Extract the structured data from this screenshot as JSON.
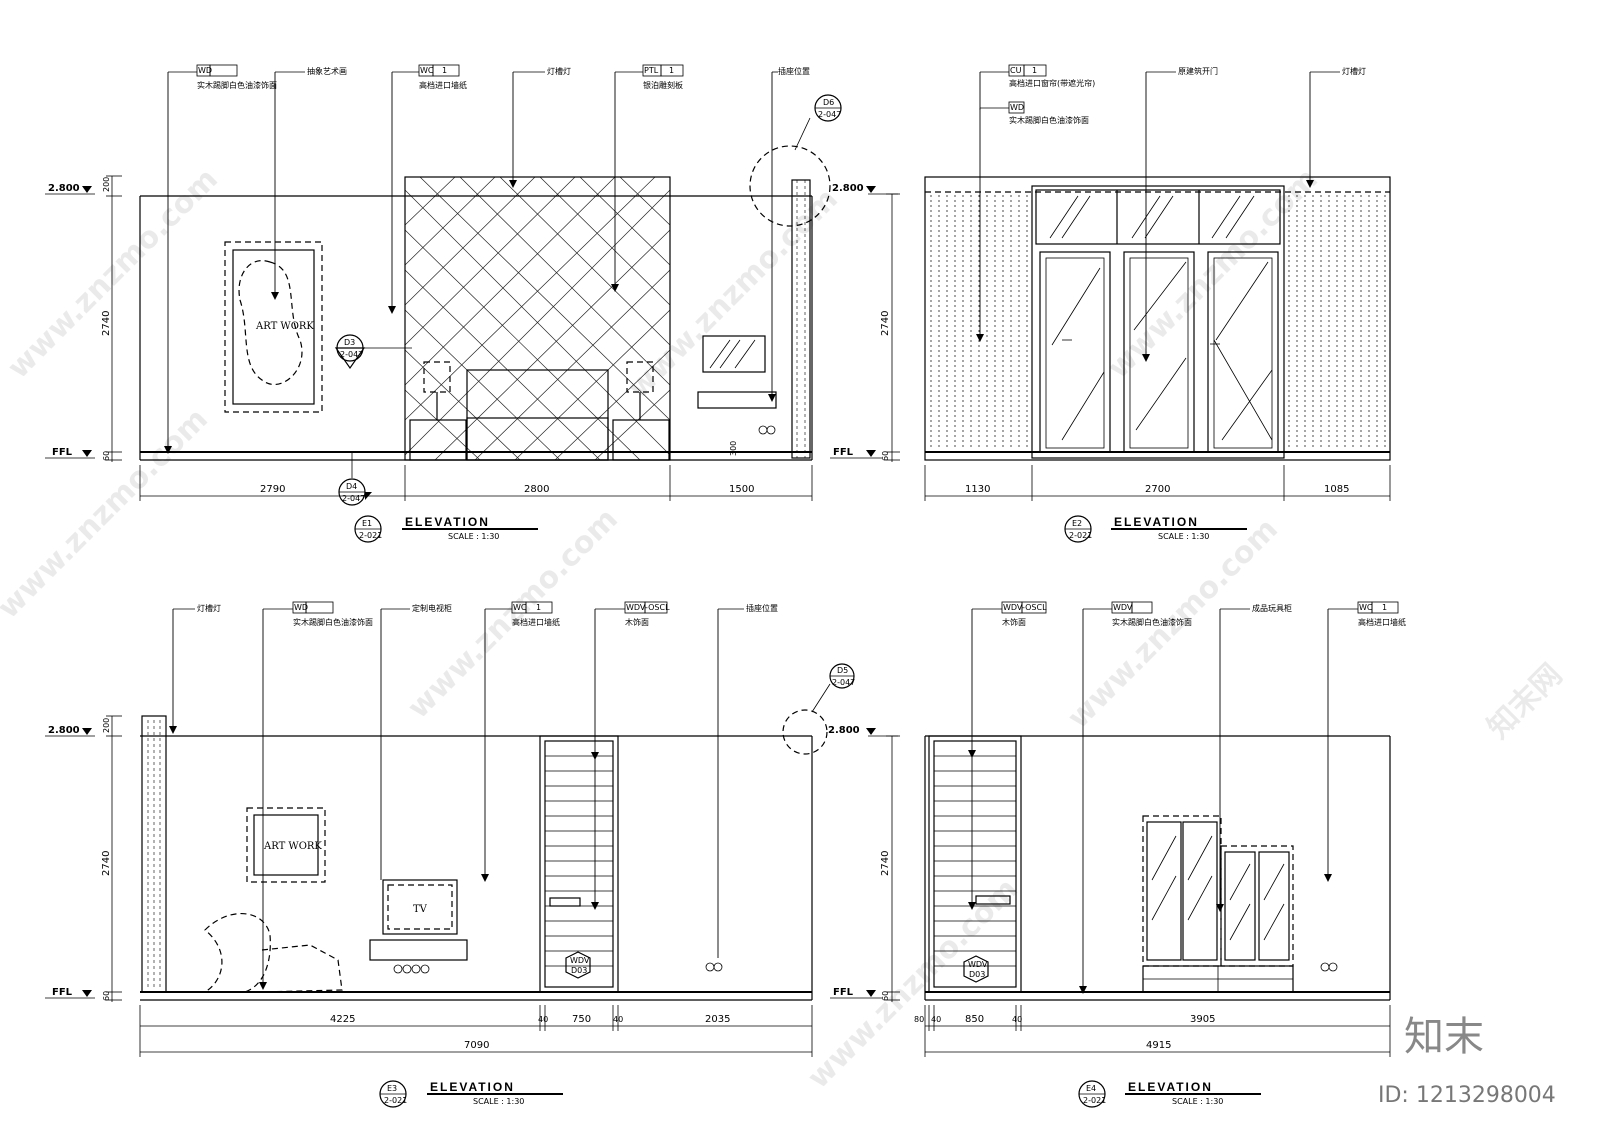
{
  "levels": {
    "top": "2.800",
    "floor": "FFL",
    "h200": "200",
    "h2740": "2740",
    "h60": "60",
    "h300": "300"
  },
  "tag": {
    "one": "1",
    "sub047": "2-047",
    "sub021": "2-021"
  },
  "e1": {
    "title": "ELEVATION",
    "scale": "SCALE :   1:30",
    "id": "E1",
    "codes": [
      "WD",
      "WC",
      "PTL"
    ],
    "notes": [
      "实木踢脚白色油漆饰面",
      "抽象艺术画",
      "高档进口墙纸",
      "灯槽灯",
      "银泊雕刻板",
      "插座位置"
    ],
    "art": "ART WORK",
    "markers": [
      "D6",
      "D3",
      "D4"
    ],
    "dims": [
      "2790",
      "2800",
      "1500"
    ]
  },
  "e2": {
    "title": "ELEVATION",
    "scale": "SCALE :   1:30",
    "id": "E2",
    "codes": [
      "CU",
      "WD"
    ],
    "notes": [
      "高档进口窗帘(带遮光帘)",
      "实木踢脚白色油漆饰面",
      "原建筑开门",
      "灯槽灯"
    ],
    "dims": [
      "1130",
      "2700",
      "1085"
    ]
  },
  "e3": {
    "title": "ELEVATION",
    "scale": "SCALE :   1:30",
    "id": "E3",
    "codes": [
      "WD",
      "WC",
      "WDV",
      "-OSCL"
    ],
    "notes": [
      "灯槽灯",
      "实木踢脚白色油漆饰面",
      "定制电视柜",
      "高档进口墙纸",
      "木饰面",
      "插座位置"
    ],
    "art": "ART WORK",
    "tv": "TV",
    "markers": [
      "D5"
    ],
    "door": [
      "WDV",
      "D03"
    ],
    "dims": [
      "4225",
      "40",
      "750",
      "40",
      "2035"
    ],
    "total": "7090"
  },
  "e4": {
    "title": "ELEVATION",
    "scale": "SCALE :   1:30",
    "id": "E4",
    "codes": [
      "WDV",
      "-OSCL",
      "WDV",
      "WC"
    ],
    "notes": [
      "木饰面",
      "实木踢脚白色油漆饰面",
      "成品玩具柜",
      "高档进口墙纸"
    ],
    "door": [
      "WDV",
      "D03"
    ],
    "dims": [
      "80",
      "40",
      "850",
      "40",
      "3905"
    ],
    "total": "4915"
  },
  "watermark": {
    "site": "www.znzmo.com",
    "cn": "知末网",
    "brand": "知末",
    "id": "ID: 1213298004"
  }
}
